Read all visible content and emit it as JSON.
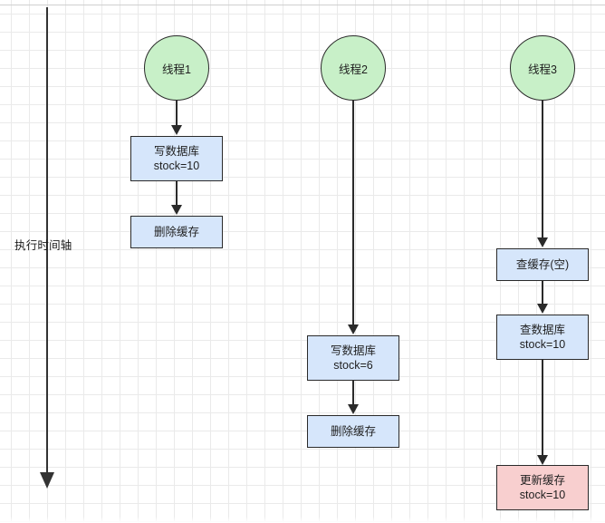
{
  "diagram": {
    "type": "flow-timeline",
    "timeline": {
      "label": "执行时间轴"
    },
    "colors": {
      "thread_fill": "#c8f0c8",
      "process_fill": "#d6e6fb",
      "highlight_fill": "#f8cfcf",
      "stroke": "#2a2a2a",
      "grid": "#eaeaea",
      "background": "#ffffff"
    },
    "threads": [
      {
        "id": "thread-1",
        "head": "线程1",
        "nodes": [
          {
            "id": "t1-n1",
            "lines": [
              "写数据库",
              "stock=10"
            ],
            "style": "blue"
          },
          {
            "id": "t1-n2",
            "lines": [
              "删除缓存"
            ],
            "style": "blue"
          }
        ]
      },
      {
        "id": "thread-2",
        "head": "线程2",
        "nodes": [
          {
            "id": "t2-n1",
            "lines": [
              "写数据库",
              "stock=6"
            ],
            "style": "blue"
          },
          {
            "id": "t2-n2",
            "lines": [
              "删除缓存"
            ],
            "style": "blue"
          }
        ]
      },
      {
        "id": "thread-3",
        "head": "线程3",
        "nodes": [
          {
            "id": "t3-n1",
            "lines": [
              "查缓存(空)"
            ],
            "style": "blue"
          },
          {
            "id": "t3-n2",
            "lines": [
              "查数据库",
              "stock=10"
            ],
            "style": "blue"
          },
          {
            "id": "t3-n3",
            "lines": [
              "更新缓存",
              "stock=10"
            ],
            "style": "pink"
          }
        ]
      }
    ]
  }
}
